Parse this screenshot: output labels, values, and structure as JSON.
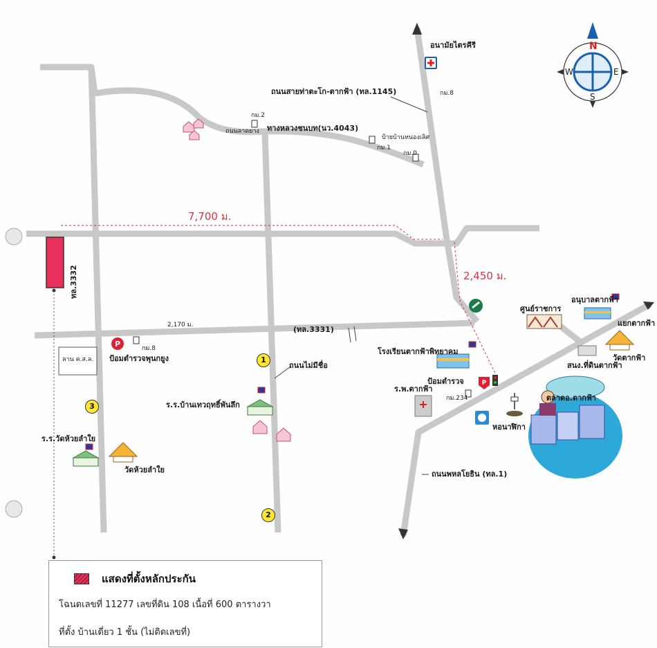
{
  "compass": {
    "n": "N",
    "s": "S",
    "e": "E",
    "w": "W"
  },
  "distances": {
    "horizontal": "7,700 ม.",
    "vertical": "2,450 ม.",
    "road_3331": "2,170 ม."
  },
  "labels": {
    "health_station": "อนามัยไตรคีรี",
    "road_1145": "ถนนสายท่าตะโก-ตากฟ้า (ทล.1145)",
    "km8_top": "กม.8",
    "km2": "กม.2",
    "road_4043": "ทางหลวงชนบท(นว.4043)",
    "lad_yang_road": "ถนนลาดยาง",
    "ban_noen_sit": "ป้ายบ้านหนองเลิศ",
    "km1": "กม.1",
    "km0": "กม.0",
    "road_3331": "(ทล.3331)",
    "road_3332": "ทล.3332",
    "km8_bottom": "กม.8",
    "police_phu_yung": "ป้อมตำรวจพุนกยูง",
    "lan": "ลาน ค.ส.ล.",
    "unnamed_road": "ถนนไม่มีชื่อ",
    "school_thewarit": "ร.ร.บ้านเทวฤทธิ์พันลึก",
    "school_huai": "ร.ร.วัดห้วยลำใย",
    "wat_huai": "วัดห้วยลำใย",
    "gov_center": "ศูนย์ราชการ",
    "kindergarten": "อนุบาลตากฟ้า",
    "intersection": "แยกตากฟ้า",
    "land_office": "สนง.ที่ดินตากฟ้า",
    "wat_takfa": "วัดตากฟ้า",
    "school_takfa": "โรงเรียนตากฟ้าพิทยาคม",
    "police_box": "ป้อมตำรวจ",
    "hospital": "ร.พ.ตากฟ้า",
    "km234": "กม.234",
    "market": "ตลาดอ.ตากฟ้า",
    "clock_tower": "หอนาฬิกา",
    "phahonyothin": "ถนนพหลโยธิน (ทล.1)"
  },
  "markers": {
    "m1": "1",
    "m2": "2",
    "m3": "3"
  },
  "legend": {
    "title": "แสดงที่ตั้งหลักประกัน",
    "line1": "โฉนดเลขที่ 11277 เลขที่ดิน 108 เนื้อที่ 600 ตารางวา",
    "line2": "ที่ตั้ง บ้านเดี่ยว 1 ชั้น (ไม่ติดเลขที่)"
  },
  "colors": {
    "road": "#c8c8c8",
    "collateral": "#e8305a",
    "distance": "#e03040",
    "marker": "#ffe633"
  },
  "icons": [
    "hospital-cross-icon",
    "milestone-icon",
    "police-p-icon",
    "school-building-icon",
    "temple-icon",
    "house-icon",
    "market-icon",
    "clock-tower-icon",
    "compass-rose-icon",
    "traffic-light-icon",
    "bank-icon",
    "gas-station-icon"
  ]
}
